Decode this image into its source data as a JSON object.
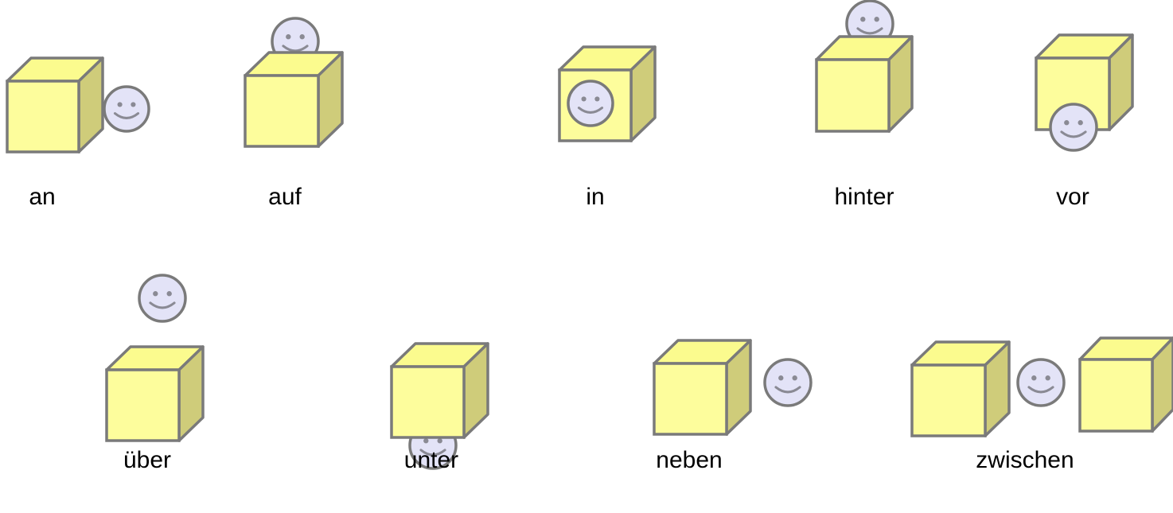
{
  "colors": {
    "cube_front": "#fdfd9c",
    "cube_top": "#fbfb8e",
    "cube_side": "#cfcc7a",
    "cube_stroke": "#7a7a7a",
    "face_fill": "#e3e3f7",
    "face_stroke": "#7a7a7a",
    "label": "#000000"
  },
  "icons": {
    "cube": "cube-icon",
    "face": "smiley-face-icon"
  },
  "prepositions": [
    {
      "id": "an",
      "label": "an",
      "relation": "face touching right side of cube"
    },
    {
      "id": "auf",
      "label": "auf",
      "relation": "face on top of cube"
    },
    {
      "id": "in",
      "label": "in",
      "relation": "face inside cube"
    },
    {
      "id": "hinter",
      "label": "hinter",
      "relation": "face behind cube"
    },
    {
      "id": "vor",
      "label": "vor",
      "relation": "face in front of cube"
    },
    {
      "id": "ueber",
      "label": "über",
      "relation": "face above cube"
    },
    {
      "id": "unter",
      "label": "unter",
      "relation": "face below cube"
    },
    {
      "id": "neben",
      "label": "neben",
      "relation": "face next to cube"
    },
    {
      "id": "zwischen",
      "label": "zwischen",
      "relation": "face between two cubes"
    }
  ]
}
